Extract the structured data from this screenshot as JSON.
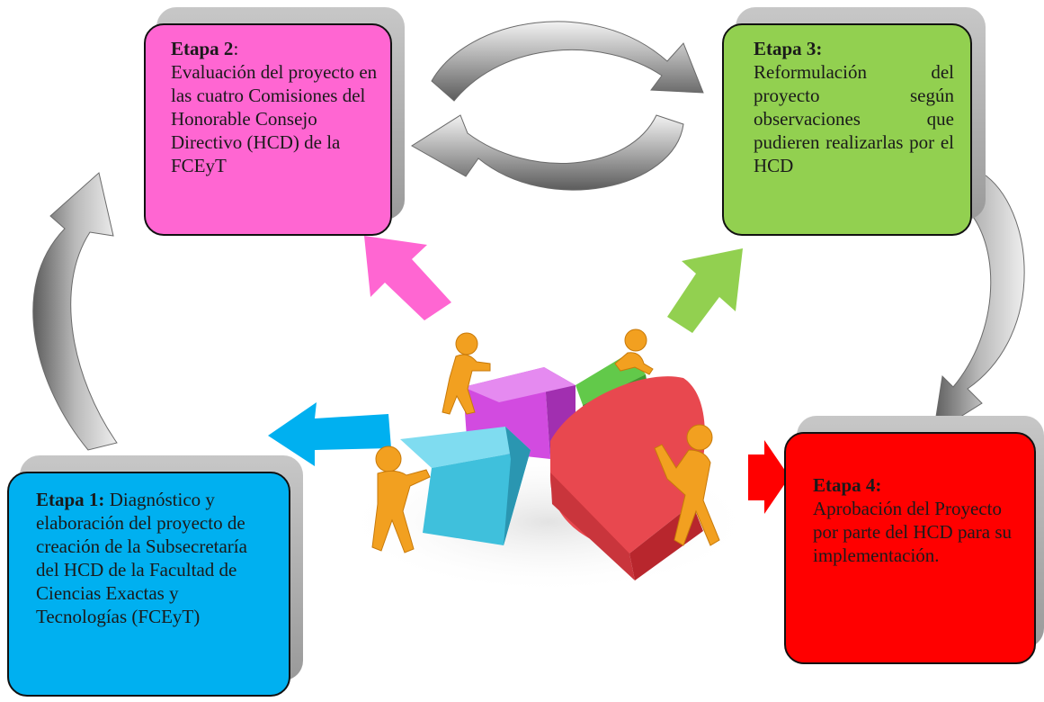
{
  "stages": {
    "stage1": {
      "title": "Etapa 1:",
      "text": "Diagnóstico y elaboración del proyecto de creación de la Subsecretaría del HCD de la Facultad de Ciencias Exactas y Tecnologías (FCEyT)",
      "color": "#00b0f0"
    },
    "stage2": {
      "title": "Etapa 2",
      "title_suffix": ":",
      "text": "Evaluación del proyecto en las cuatro Comisiones del Honorable Consejo Directivo (HCD) de la FCEyT",
      "color": "#ff66d2"
    },
    "stage3": {
      "title": "Etapa 3:",
      "text": "Reformulación del proyecto según observaciones que pudieren realizarlas por el HCD",
      "color": "#92d050"
    },
    "stage4": {
      "title": "Etapa 4:",
      "text": "Aprobación del Proyecto por parte del HCD para su implementación.",
      "color": "#ff0000"
    }
  },
  "center_illustration": {
    "subject": "figures assembling a pie chart",
    "slice_colors": [
      "#d24be0",
      "#62c94a",
      "#e8484f",
      "#3fc0dc"
    ],
    "figure_color": "#f2a020"
  },
  "pointer_arrows": [
    {
      "target": "stage1",
      "color": "#00b0f0"
    },
    {
      "target": "stage2",
      "color": "#ff66d2"
    },
    {
      "target": "stage3",
      "color": "#92d050"
    },
    {
      "target": "stage4",
      "color": "#ff0000"
    }
  ],
  "cycle_arrows_color": "#8c8c8c"
}
